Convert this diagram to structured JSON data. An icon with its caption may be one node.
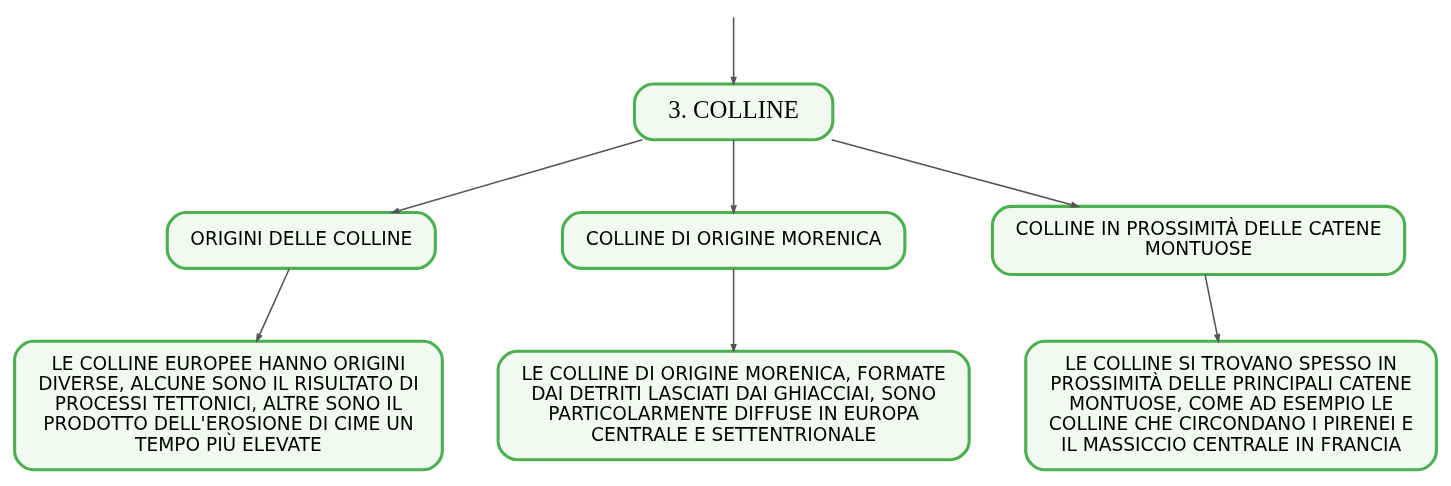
{
  "diagram": {
    "nodes": [
      {
        "text": [
          "3. COLLINE"
        ]
      },
      {
        "text": [
          "ORIGINI DELLE COLLINE"
        ]
      },
      {
        "text": [
          "COLLINE DI ORIGINE MORENICA"
        ]
      },
      {
        "text": [
          "COLLINE IN PROSSIMITÀ DELLE CATENE MONTUOSE"
        ]
      },
      {
        "text": [
          "LE COLLINE EUROPEE HANNO ORIGINI DIVERSE, ALCUNE SONO IL RISULTATO DI PROCESSI TETTONICI, ALTRE SONO IL PRODOTTO DELL'EROSIONE DI CIME UN TEMPO PIÙ ELEVATE"
        ]
      },
      {
        "text": [
          "LE COLLINE DI ORIGINE MORENICA, FORMATE DAI DETRITI LASCIATI DAI GHIACCIAI, SONO PARTICOLARMENTE DIFFUSE IN EUROPA CENTRALE E SETTENTRIONALE"
        ]
      },
      {
        "text": [
          "LE COLLINE SI TROVANO SPESSO IN PROSSIMITÀ DELLE PRINCIPALI CATENE MONTUOSE, COME AD ESEMPIO LE COLLINE CHE CIRCONDANO I PIRENEI E IL MASSICCIO CENTRALE IN FRANCIA"
        ]
      }
    ],
    "edges": [
      {
        "from": null,
        "to": 0,
        "arrow": "to"
      },
      {
        "from": 0,
        "to": 1,
        "arrow": "to"
      },
      {
        "from": 0,
        "to": 2,
        "arrow": "to"
      },
      {
        "from": 0,
        "to": 3,
        "arrow": "to"
      },
      {
        "from": 1,
        "to": 4,
        "arrow": "to"
      },
      {
        "from": 2,
        "to": 5,
        "arrow": "to"
      },
      {
        "from": 3,
        "to": 6,
        "arrow": "to"
      }
    ]
  }
}
